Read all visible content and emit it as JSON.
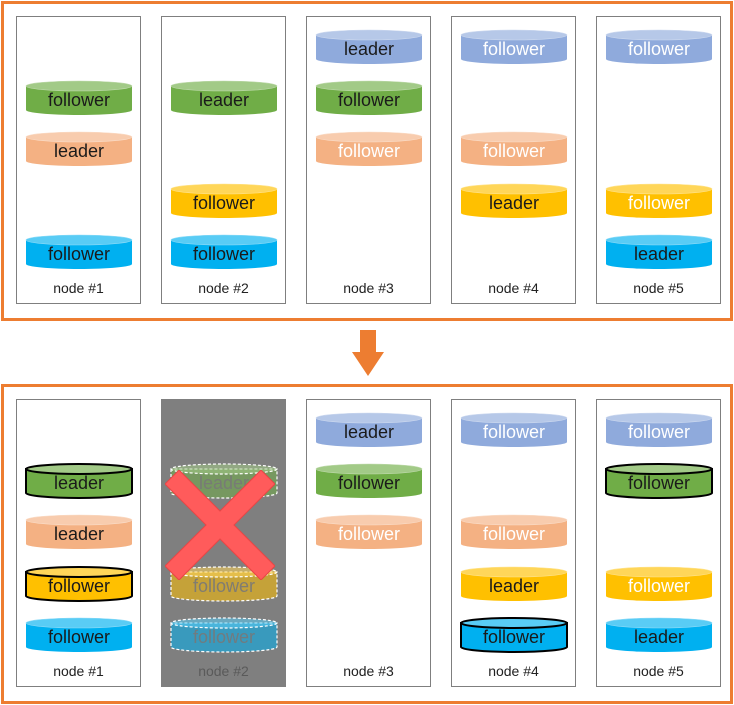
{
  "colors": {
    "green": "#70ad47",
    "salmon": "#f4b183",
    "yellow": "#ffc000",
    "cyan": "#00b0f0",
    "periwinkle": "#8faadc",
    "frame": "#ed7d31",
    "cross": "#ff5b5b",
    "failed_bg": "#7f7f7f"
  },
  "panels": [
    {
      "id": "before",
      "nodes": [
        {
          "label": "node #1",
          "failed": false,
          "disks": [
            {
              "slot": 1,
              "role": "follower",
              "color": "green",
              "faded": false,
              "outlined": false
            },
            {
              "slot": 2,
              "role": "leader",
              "color": "salmon",
              "faded": false,
              "outlined": false
            },
            {
              "slot": 4,
              "role": "follower",
              "color": "cyan",
              "faded": false,
              "outlined": false
            }
          ]
        },
        {
          "label": "node #2",
          "failed": false,
          "disks": [
            {
              "slot": 1,
              "role": "leader",
              "color": "green",
              "faded": false,
              "outlined": false
            },
            {
              "slot": 3,
              "role": "follower",
              "color": "yellow",
              "faded": false,
              "outlined": false
            },
            {
              "slot": 4,
              "role": "follower",
              "color": "cyan",
              "faded": false,
              "outlined": false
            }
          ]
        },
        {
          "label": "node #3",
          "failed": false,
          "disks": [
            {
              "slot": 0,
              "role": "leader",
              "color": "periwinkle",
              "faded": false,
              "outlined": false
            },
            {
              "slot": 1,
              "role": "follower",
              "color": "green",
              "faded": false,
              "outlined": false
            },
            {
              "slot": 2,
              "role": "follower",
              "color": "salmon",
              "faded": true,
              "outlined": false
            }
          ]
        },
        {
          "label": "node #4",
          "failed": false,
          "disks": [
            {
              "slot": 0,
              "role": "follower",
              "color": "periwinkle",
              "faded": true,
              "outlined": false
            },
            {
              "slot": 2,
              "role": "follower",
              "color": "salmon",
              "faded": true,
              "outlined": false
            },
            {
              "slot": 3,
              "role": "leader",
              "color": "yellow",
              "faded": false,
              "outlined": false
            }
          ]
        },
        {
          "label": "node #5",
          "failed": false,
          "disks": [
            {
              "slot": 0,
              "role": "follower",
              "color": "periwinkle",
              "faded": true,
              "outlined": false
            },
            {
              "slot": 3,
              "role": "follower",
              "color": "yellow",
              "faded": true,
              "outlined": false
            },
            {
              "slot": 4,
              "role": "leader",
              "color": "cyan",
              "faded": false,
              "outlined": false
            }
          ]
        }
      ]
    },
    {
      "id": "after",
      "nodes": [
        {
          "label": "node #1",
          "failed": false,
          "disks": [
            {
              "slot": 1,
              "role": "leader",
              "color": "green",
              "faded": false,
              "outlined": true
            },
            {
              "slot": 2,
              "role": "leader",
              "color": "salmon",
              "faded": false,
              "outlined": false
            },
            {
              "slot": 3,
              "role": "follower",
              "color": "yellow",
              "faded": false,
              "outlined": true
            },
            {
              "slot": 4,
              "role": "follower",
              "color": "cyan",
              "faded": false,
              "outlined": false
            }
          ]
        },
        {
          "label": "node #2",
          "failed": true,
          "disks": [
            {
              "slot": 1,
              "role": "leader",
              "color": "green",
              "faded": false,
              "outlined": false
            },
            {
              "slot": 3,
              "role": "follower",
              "color": "yellow",
              "faded": false,
              "outlined": false
            },
            {
              "slot": 4,
              "role": "follower",
              "color": "cyan",
              "faded": false,
              "outlined": false
            }
          ]
        },
        {
          "label": "node #3",
          "failed": false,
          "disks": [
            {
              "slot": 0,
              "role": "leader",
              "color": "periwinkle",
              "faded": false,
              "outlined": false
            },
            {
              "slot": 1,
              "role": "follower",
              "color": "green",
              "faded": false,
              "outlined": false
            },
            {
              "slot": 2,
              "role": "follower",
              "color": "salmon",
              "faded": true,
              "outlined": false
            }
          ]
        },
        {
          "label": "node #4",
          "failed": false,
          "disks": [
            {
              "slot": 0,
              "role": "follower",
              "color": "periwinkle",
              "faded": true,
              "outlined": false
            },
            {
              "slot": 2,
              "role": "follower",
              "color": "salmon",
              "faded": true,
              "outlined": false
            },
            {
              "slot": 3,
              "role": "leader",
              "color": "yellow",
              "faded": false,
              "outlined": false
            },
            {
              "slot": 4,
              "role": "follower",
              "color": "cyan",
              "faded": false,
              "outlined": true
            }
          ]
        },
        {
          "label": "node #5",
          "failed": false,
          "disks": [
            {
              "slot": 0,
              "role": "follower",
              "color": "periwinkle",
              "faded": true,
              "outlined": false
            },
            {
              "slot": 1,
              "role": "follower",
              "color": "green",
              "faded": false,
              "outlined": true
            },
            {
              "slot": 3,
              "role": "follower",
              "color": "yellow",
              "faded": true,
              "outlined": false
            },
            {
              "slot": 4,
              "role": "leader",
              "color": "cyan",
              "faded": false,
              "outlined": false
            }
          ]
        }
      ]
    }
  ]
}
